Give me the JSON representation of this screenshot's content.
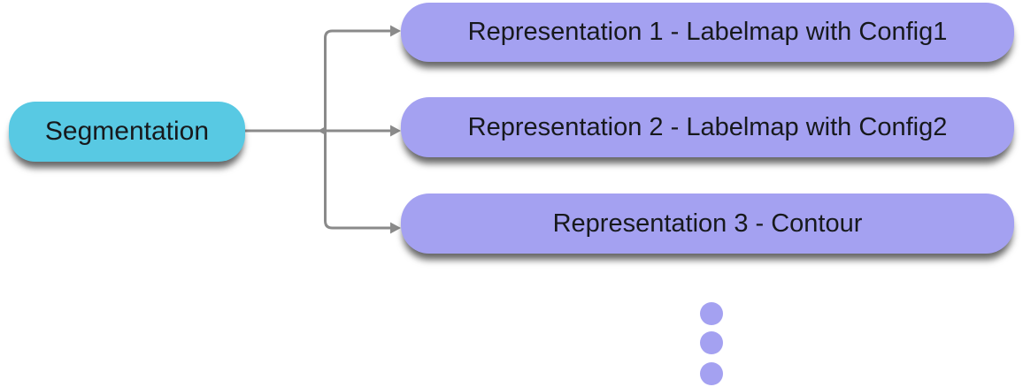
{
  "diagram": {
    "source_node": {
      "label": "Segmentation"
    },
    "representations": [
      {
        "label": "Representation 1 - Labelmap with Config1"
      },
      {
        "label": "Representation 2 - Labelmap with Config2"
      },
      {
        "label": "Representation 3 - Contour"
      }
    ],
    "ellipsis_dot_count": 3,
    "colors": {
      "background": "#ffffff",
      "source_fill": "#58c9e3",
      "representation_fill": "#a4a1f1",
      "dot_fill": "#a4a1f1",
      "connector": "#8a8a8a",
      "text": "#17191c",
      "shadow": "rgba(0,0,0,0.6)"
    }
  }
}
